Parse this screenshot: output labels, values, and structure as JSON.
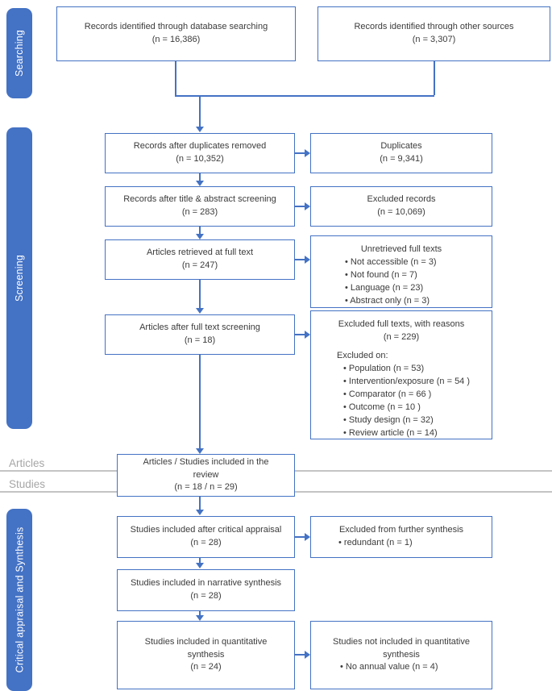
{
  "colors": {
    "accent": "#4472C4",
    "grey_line": "#C4C4C4",
    "grey_text": "#A6A6A6",
    "text": "#3B3B3B"
  },
  "sidebar": {
    "searching": "Searching",
    "screening": "Screening",
    "synthesis": "Critical appraisal and Synthesis"
  },
  "sections": {
    "articles": "Articles",
    "studies": "Studies"
  },
  "boxes": {
    "db_search": {
      "lines": [
        "Records identified through database searching",
        "(n = 16,386)"
      ]
    },
    "other_sources": {
      "lines": [
        "Records identified through other sources",
        "(n = 3,307)"
      ]
    },
    "after_duplicates": {
      "lines": [
        "Records after duplicates removed",
        "(n = 10,352)"
      ]
    },
    "duplicates": {
      "lines": [
        "Duplicates",
        "(n = 9,341)"
      ]
    },
    "title_abstract": {
      "lines": [
        "Records after title & abstract screening",
        "(n = 283)"
      ]
    },
    "excluded_records": {
      "lines": [
        "Excluded records",
        "(n = 10,069)"
      ]
    },
    "full_text_retrieved": {
      "lines": [
        "Articles retrieved at full text",
        "(n = 247)"
      ]
    },
    "unretrieved": {
      "title": "Unretrieved full texts",
      "items": [
        "• Not accessible (n = 3)",
        "• Not found (n = 7)",
        "• Language (n = 23)",
        "• Abstract only (n = 3)"
      ]
    },
    "full_text_screening": {
      "lines": [
        "Articles after full text screening",
        "(n = 18)"
      ]
    },
    "excluded_full_texts": {
      "title": "Excluded full texts, with reasons",
      "subtitle": "(n = 229)",
      "label": "Excluded on:",
      "items": [
        "• Population (n = 53)",
        "• Intervention/exposure (n = 54 )",
        "• Comparator (n = 66 )",
        "• Outcome (n = 10 )",
        "• Study design (n = 32)",
        "• Review article (n = 14)"
      ]
    },
    "included_review": {
      "lines": [
        "Articles / Studies included in the",
        "review",
        "(n = 18 / n = 29)"
      ]
    },
    "critical_appraisal": {
      "lines": [
        "Studies included after critical appraisal",
        "(n = 28)"
      ]
    },
    "excluded_synthesis": {
      "title": "Excluded from further synthesis",
      "items": [
        "• redundant (n = 1)"
      ]
    },
    "narrative_synthesis": {
      "lines": [
        "Studies included in narrative synthesis",
        "(n = 28)"
      ]
    },
    "quantitative_synthesis": {
      "lines": [
        "Studies included in quantitative",
        "synthesis",
        "(n = 24)"
      ]
    },
    "not_quantitative": {
      "title": "Studies not included in quantitative",
      "subtitle": "synthesis",
      "items": [
        "• No annual value (n = 4)"
      ]
    }
  }
}
